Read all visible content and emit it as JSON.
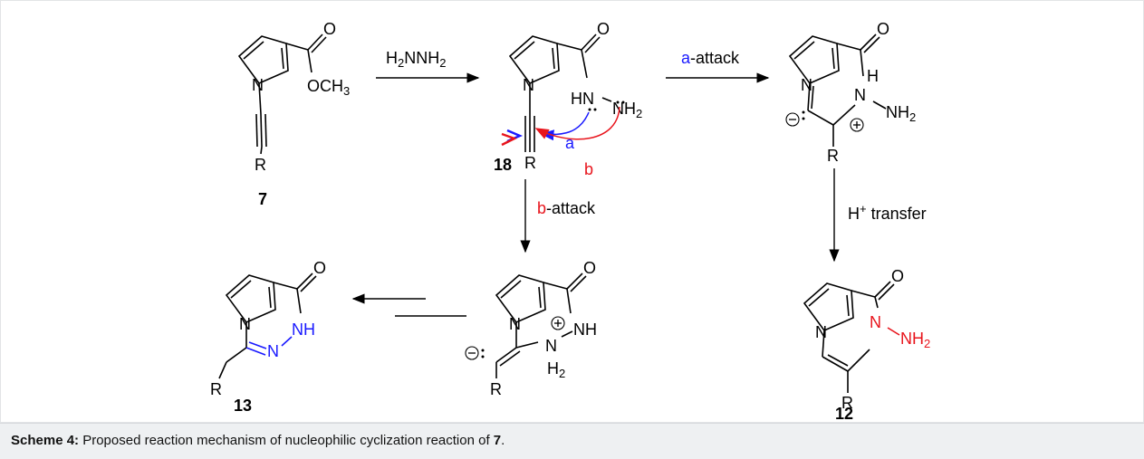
{
  "compounds": {
    "c7": {
      "label": "7",
      "O": "O",
      "OMe": "OCH",
      "sub3": "3",
      "N": "N",
      "R": "R"
    },
    "c18": {
      "label": "18",
      "O": "O",
      "N": "N",
      "HN": "HN",
      "NH": "NH",
      "sub2": "2",
      "R": "R",
      "a": "a",
      "b": "b"
    },
    "ia": {
      "O": "O",
      "N1": "N",
      "N2": "N",
      "H": "H",
      "NH": "NH",
      "sub2": "2",
      "R": "R"
    },
    "ib": {
      "O": "O",
      "N1": "N",
      "N2": "N",
      "NH": "NH",
      "H": "H",
      "sub2": "2",
      "R": "R"
    },
    "c12": {
      "label": "12",
      "O": "O",
      "N1": "N",
      "N2": "N",
      "NH": "NH",
      "sub2": "2",
      "R": "R"
    },
    "c13": {
      "label": "13",
      "O": "O",
      "N1": "N",
      "N2": "N",
      "NH": "NH",
      "R": "R"
    }
  },
  "arrows": {
    "hydrazine": {
      "text": "H",
      "sub1": "2",
      "mid": "NNH",
      "sub2": "2"
    },
    "a_attack": {
      "prefix": "a",
      "suffix": "-attack"
    },
    "b_attack": {
      "prefix": "b",
      "suffix": "-attack"
    },
    "h_transfer": {
      "prefix": "H",
      "sup": "+",
      "suffix": " transfer"
    }
  },
  "caption": {
    "bold": "Scheme 4:",
    "text": " Proposed reaction mechanism of nucleophilic cyclization reaction of ",
    "ref": "7",
    "end": "."
  },
  "colors": {
    "blue": "#1a1aff",
    "red": "#e8141c",
    "captionBg": "#eef0f2"
  }
}
